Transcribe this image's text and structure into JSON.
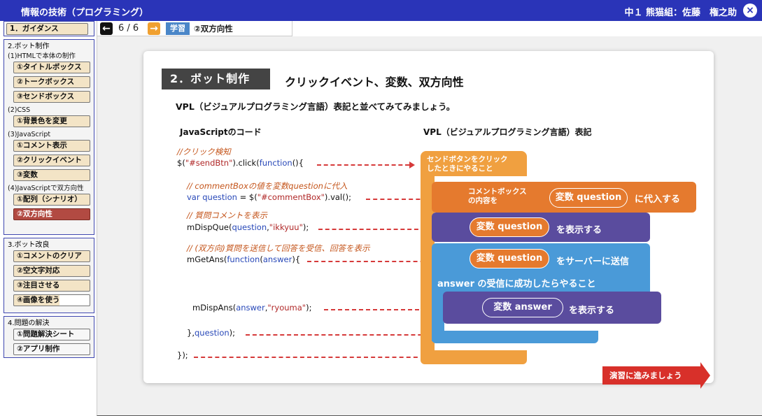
{
  "titlebar": {
    "title": "情報の技術（プログラミング）",
    "user": "中１ 熊猫組：佐藤　権之助",
    "close_icon": "×"
  },
  "sidebar": {
    "guidance": "1．ガイダンス",
    "section2": "2.ボット制作",
    "sub2_1": "(1)HTMLで本体の制作",
    "item_title_box": "①タイトルボックス",
    "item_talk_box": "②トークボックス",
    "item_send_box": "③センドボックス",
    "sub2_2": "(2)CSS",
    "item_bg_color": "①背景色を変更",
    "sub2_3": "(3)JavaScript",
    "item_comment": "①コメント表示",
    "item_click": "②クリックイベント",
    "item_variable": "③変数",
    "sub2_4": "(4)JavaScriptで双方向性",
    "item_array": "①配列（シナリオ）",
    "item_bidirectional": "②双方向性",
    "section3": "3.ボット改良",
    "item_clear": "①コメントのクリア",
    "item_empty": "②空文字対応",
    "item_attention": "③注目させる",
    "item_image": "④画像を使う",
    "section4": "4.問題の解決",
    "item_sheet": "①問題解決シート",
    "item_app": "②アプリ制作"
  },
  "nav": {
    "page": "6 / 6",
    "tag": "学習",
    "title": "②双方向性"
  },
  "slide": {
    "badge": "2．ボット制作",
    "heading": "クリックイベント、変数、双方向性",
    "lead": "VPL（ビジュアルプログラミング言語）表記と並べてみてみましょう。",
    "col_js": "JavaScriptのコード",
    "col_vpl": "VPL（ビジュアルプログラミング言語）表記",
    "code": {
      "c1": "//クリック検知",
      "l1a": "$(",
      "l1b": "\"#sendBtn\"",
      "l1c": ").click(",
      "l1d": "function",
      "l1e": "(){",
      "c2": "// commentBoxの値を変数questionに代入",
      "l2a": "var ",
      "l2b": "question",
      "l2c": " = $(",
      "l2d": "\"#commentBox\"",
      "l2e": ").val();",
      "c3": "// 質問コメントを表示",
      "l3a": "mDispQue(",
      "l3b": "question",
      "l3c": ",",
      "l3d": "\"ikkyuu\"",
      "l3e": ");",
      "c4": "// (双方向)質問を送信して回答を受信、回答を表示",
      "l4a": "mGetAns(",
      "l4b": "function",
      "l4c": "(",
      "l4d": "answer",
      "l4e": "){",
      "l5a": "mDispAns(",
      "l5b": "answer",
      "l5c": ",",
      "l5d": "\"ryouma\"",
      "l5e": ");",
      "l6a": "},",
      "l6b": "question",
      "l6c": ");",
      "l7": "});"
    },
    "vpl": {
      "event": "センドボタンをクリック\nしたときにやること",
      "assign_label": "コメントボックス\nの内容を",
      "assign_pill": "変数 question",
      "assign_tail": "に代入する",
      "disp_pill": "変数 question",
      "disp_tail": "を表示する",
      "send_pill": "変数 question",
      "send_tail": "をサーバーに送信",
      "recv": "answer の受信に成功したらやること",
      "ans_pill": "変数 answer",
      "ans_tail": "を表示する"
    },
    "next_button": "演習に進みましょう"
  }
}
